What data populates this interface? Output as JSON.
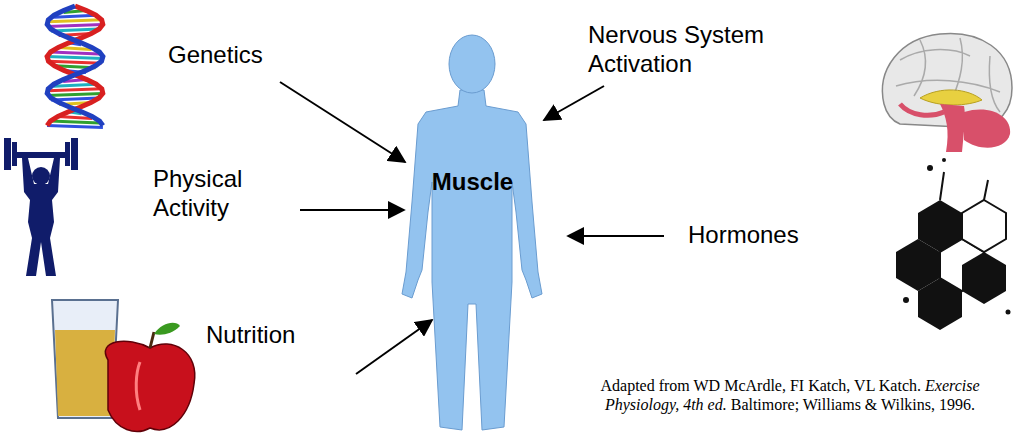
{
  "diagram": {
    "nodes": [
      {
        "text": [
          "Muscle"
        ]
      }
    ],
    "labels": [
      "Genetics",
      "Physical Activity",
      "Nutrition",
      "Nervous System Activation",
      "Hormones",
      "Adapted from WD McArdle, FI Katch, VL Katch.",
      "Exercise Physiology, 4th ed.",
      "Baltimore; Williams & Wilkins, 1996."
    ]
  }
}
